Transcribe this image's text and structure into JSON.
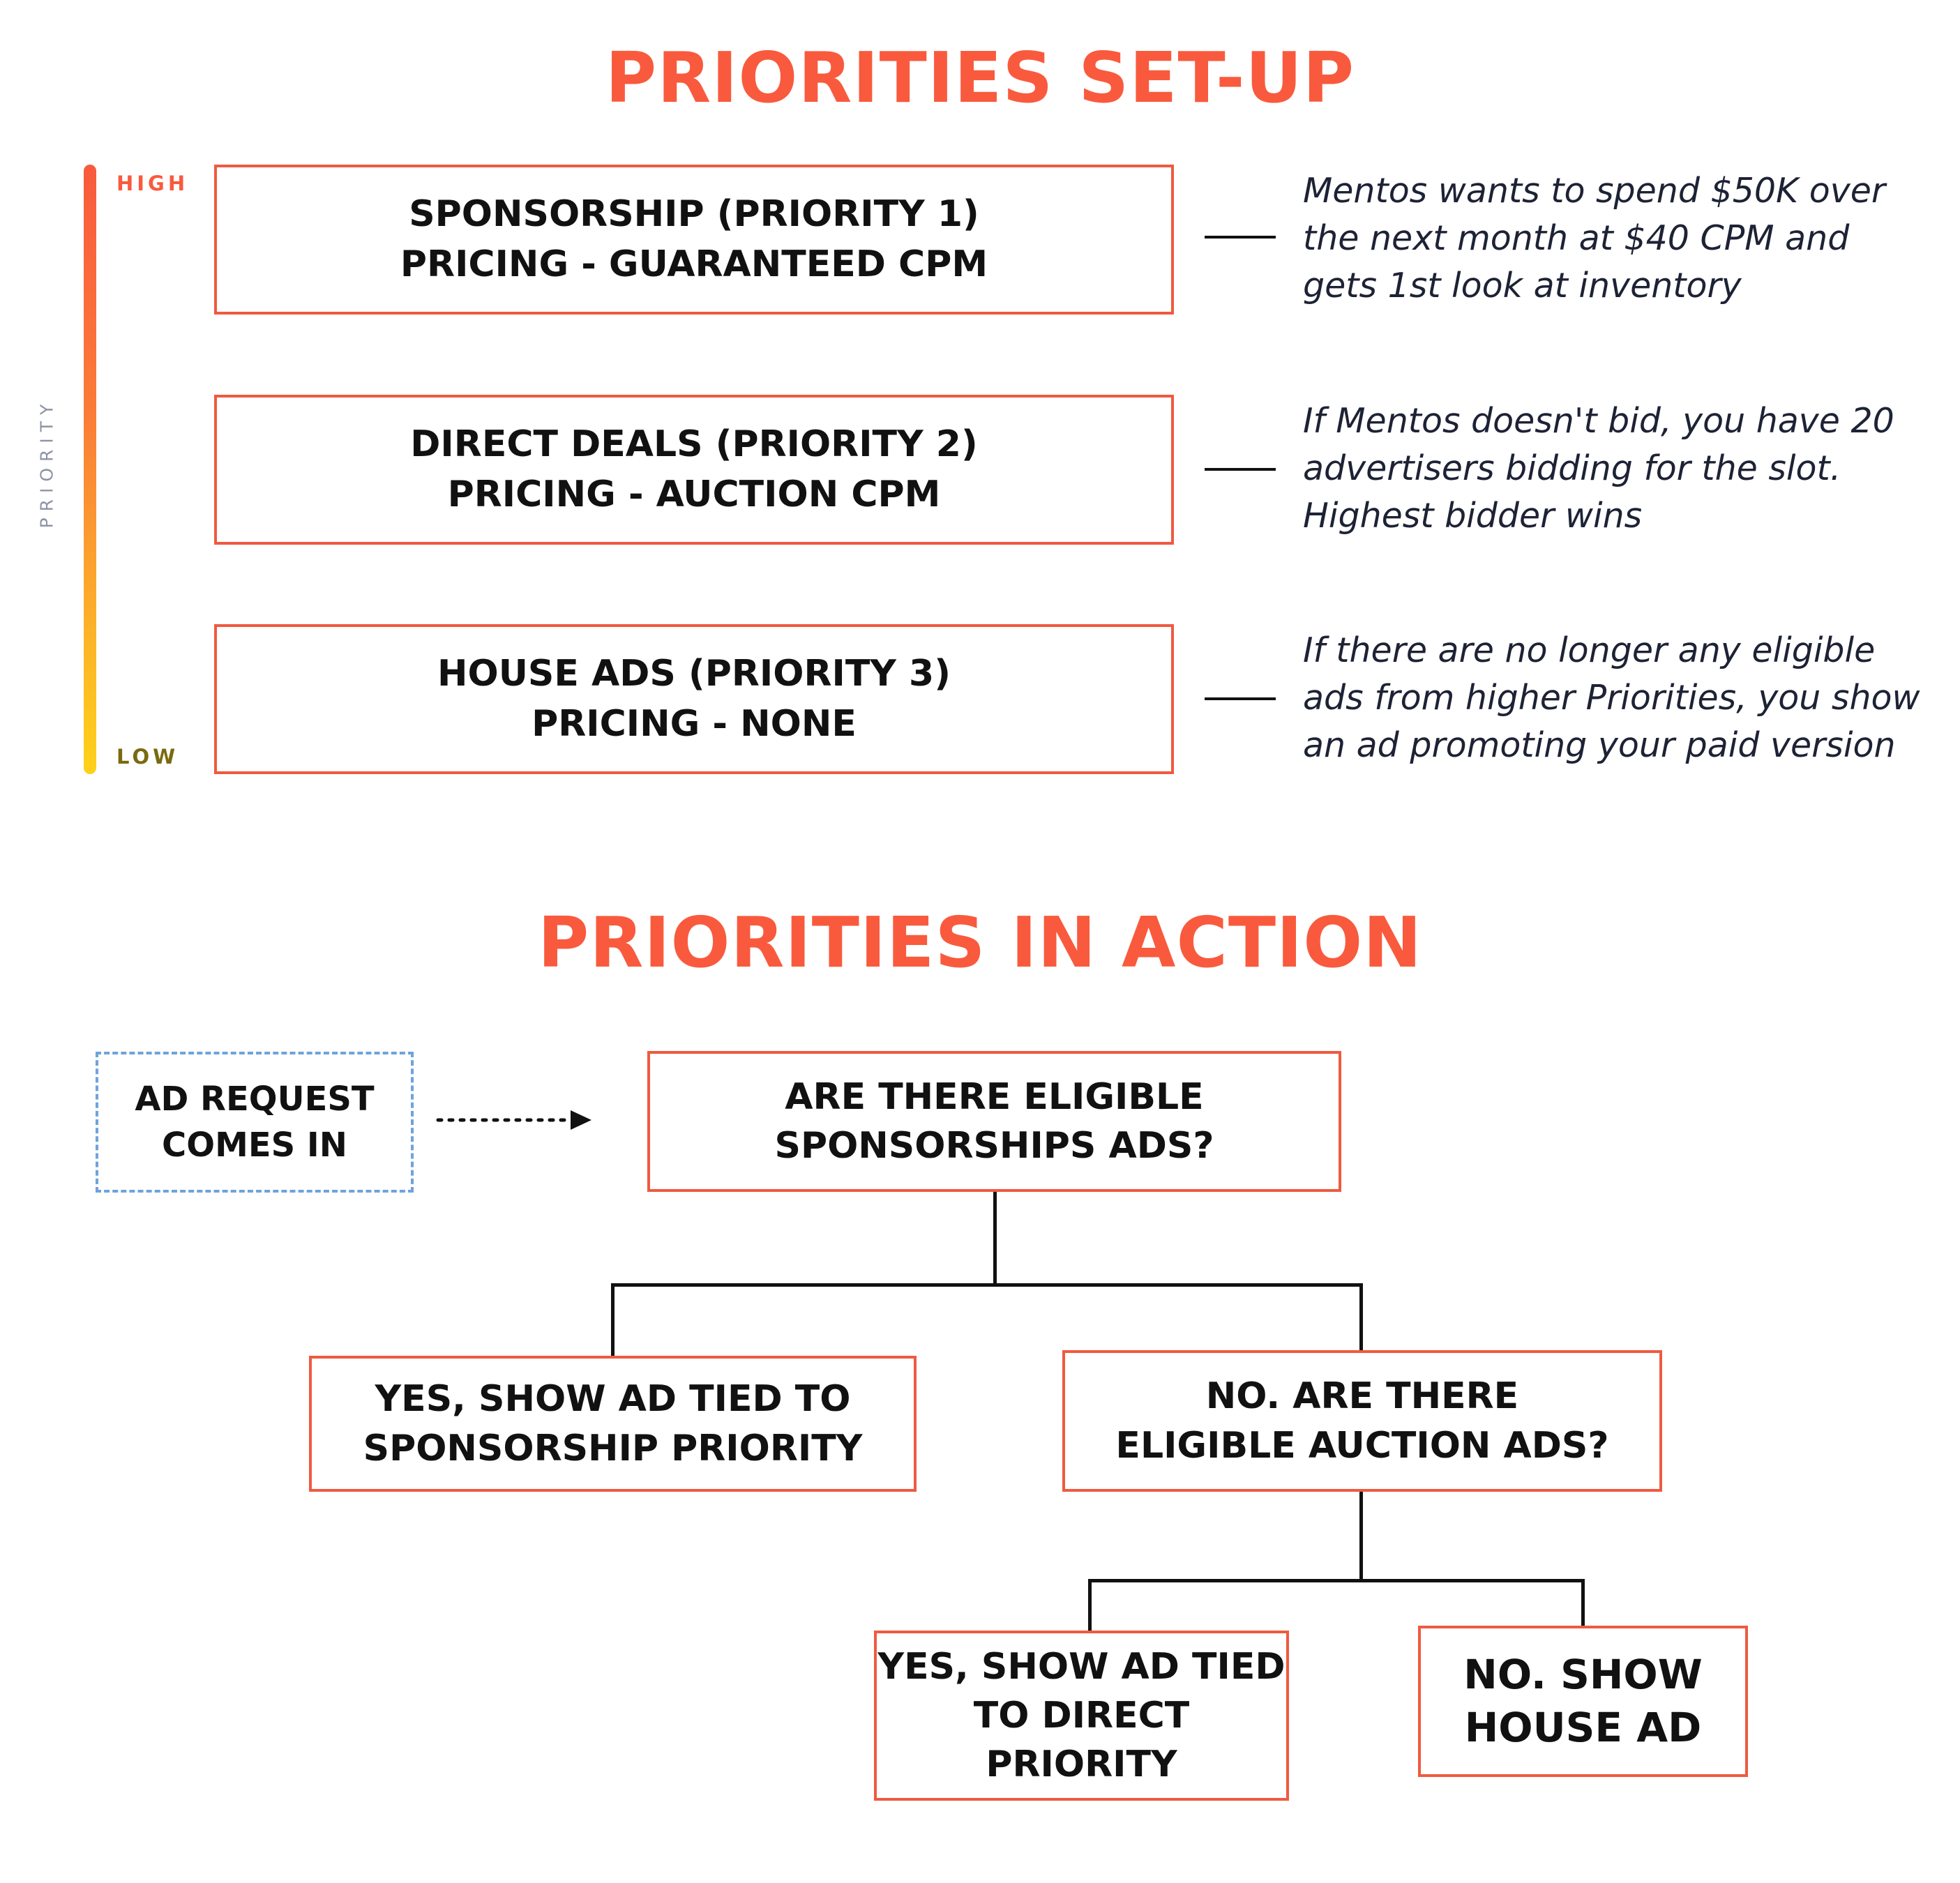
{
  "setup": {
    "title": "PRIORITIES SET-UP",
    "axis": {
      "title": "PRIORITY",
      "high_label": "HIGH",
      "low_label": "LOW",
      "high_color": "#f95a3d",
      "low_color": "#7a6a10"
    },
    "tiers": [
      {
        "line1": "SPONSORSHIP (PRIORITY 1)",
        "line2": "PRICING - GUARANTEED CPM",
        "note": [
          "Mentos wants to spend $50K over",
          "the next month at $40 CPM and",
          "gets 1st look at inventory"
        ]
      },
      {
        "line1": "DIRECT DEALS (PRIORITY 2)",
        "line2": "PRICING - AUCTION CPM",
        "note": [
          "If Mentos doesn't bid, you have 20",
          "advertisers bidding for the slot.",
          "Highest bidder wins"
        ]
      },
      {
        "line1": "HOUSE ADS (PRIORITY 3)",
        "line2": "PRICING - NONE",
        "note": [
          "If there are no longer any eligible",
          "ads from higher Priorities, you show",
          "an ad promoting your paid version"
        ]
      }
    ]
  },
  "action": {
    "title": "PRIORITIES IN ACTION",
    "start": [
      "AD REQUEST",
      "COMES IN"
    ],
    "q1": [
      "ARE THERE ELIGIBLE",
      "SPONSORSHIPS ADS?"
    ],
    "yes1": [
      "YES, SHOW AD TIED TO",
      "SPONSORSHIP PRIORITY"
    ],
    "no1": [
      "NO. ARE THERE",
      "ELIGIBLE AUCTION ADS?"
    ],
    "yes2": [
      "YES, SHOW AD TIED",
      "TO DIRECT PRIORITY"
    ],
    "no2": [
      "NO. SHOW",
      "HOUSE AD"
    ]
  },
  "colors": {
    "accent": "#f95a3d",
    "box_border": "#ef5a41",
    "dashed_border": "#6fa3db",
    "text": "#111111",
    "note_text": "#1d2235"
  }
}
